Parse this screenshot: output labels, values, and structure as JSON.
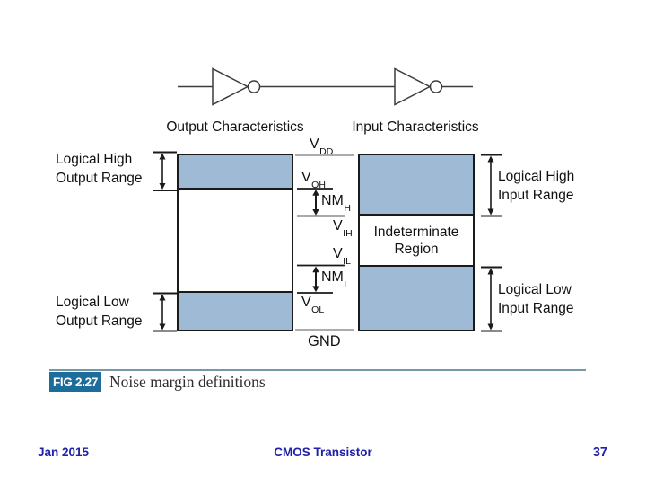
{
  "diagram": {
    "schematic": {
      "gate1_icon": "inverter-gate-icon",
      "gate2_icon": "inverter-gate-icon"
    },
    "headers": {
      "output": "Output Characteristics",
      "input": "Input Characteristics"
    },
    "labels": {
      "output_high": [
        "Logical High",
        "Output Range"
      ],
      "output_low": [
        "Logical Low",
        "Output Range"
      ],
      "input_high": [
        "Logical High",
        "Input Range"
      ],
      "input_low": [
        "Logical Low",
        "Input Range"
      ],
      "indeterminate": [
        "Indeterminate",
        "Region"
      ]
    },
    "voltage_labels": {
      "vdd": {
        "main": "V",
        "sub": "DD"
      },
      "voh": {
        "main": "V",
        "sub": "OH"
      },
      "nmh": {
        "main": "NM",
        "sub": "H"
      },
      "vih": {
        "main": "V",
        "sub": "IH"
      },
      "vil": {
        "main": "V",
        "sub": "IL"
      },
      "nml": {
        "main": "NM",
        "sub": "L"
      },
      "vol": {
        "main": "V",
        "sub": "OL"
      },
      "gnd": "GND"
    },
    "colors": {
      "region_fill": "#9fbad4",
      "threshold_line": "#1a1a1a",
      "rail_line": "#909090"
    }
  },
  "caption": {
    "fig_label": "FIG 2.27",
    "text": "Noise margin definitions",
    "badge_color": "#1c6d9c",
    "rule_color": "#7599ab"
  },
  "footer": {
    "date": "Jan 2015",
    "title": "CMOS Transistor",
    "page_number": "37",
    "text_color": "#2121a8"
  }
}
